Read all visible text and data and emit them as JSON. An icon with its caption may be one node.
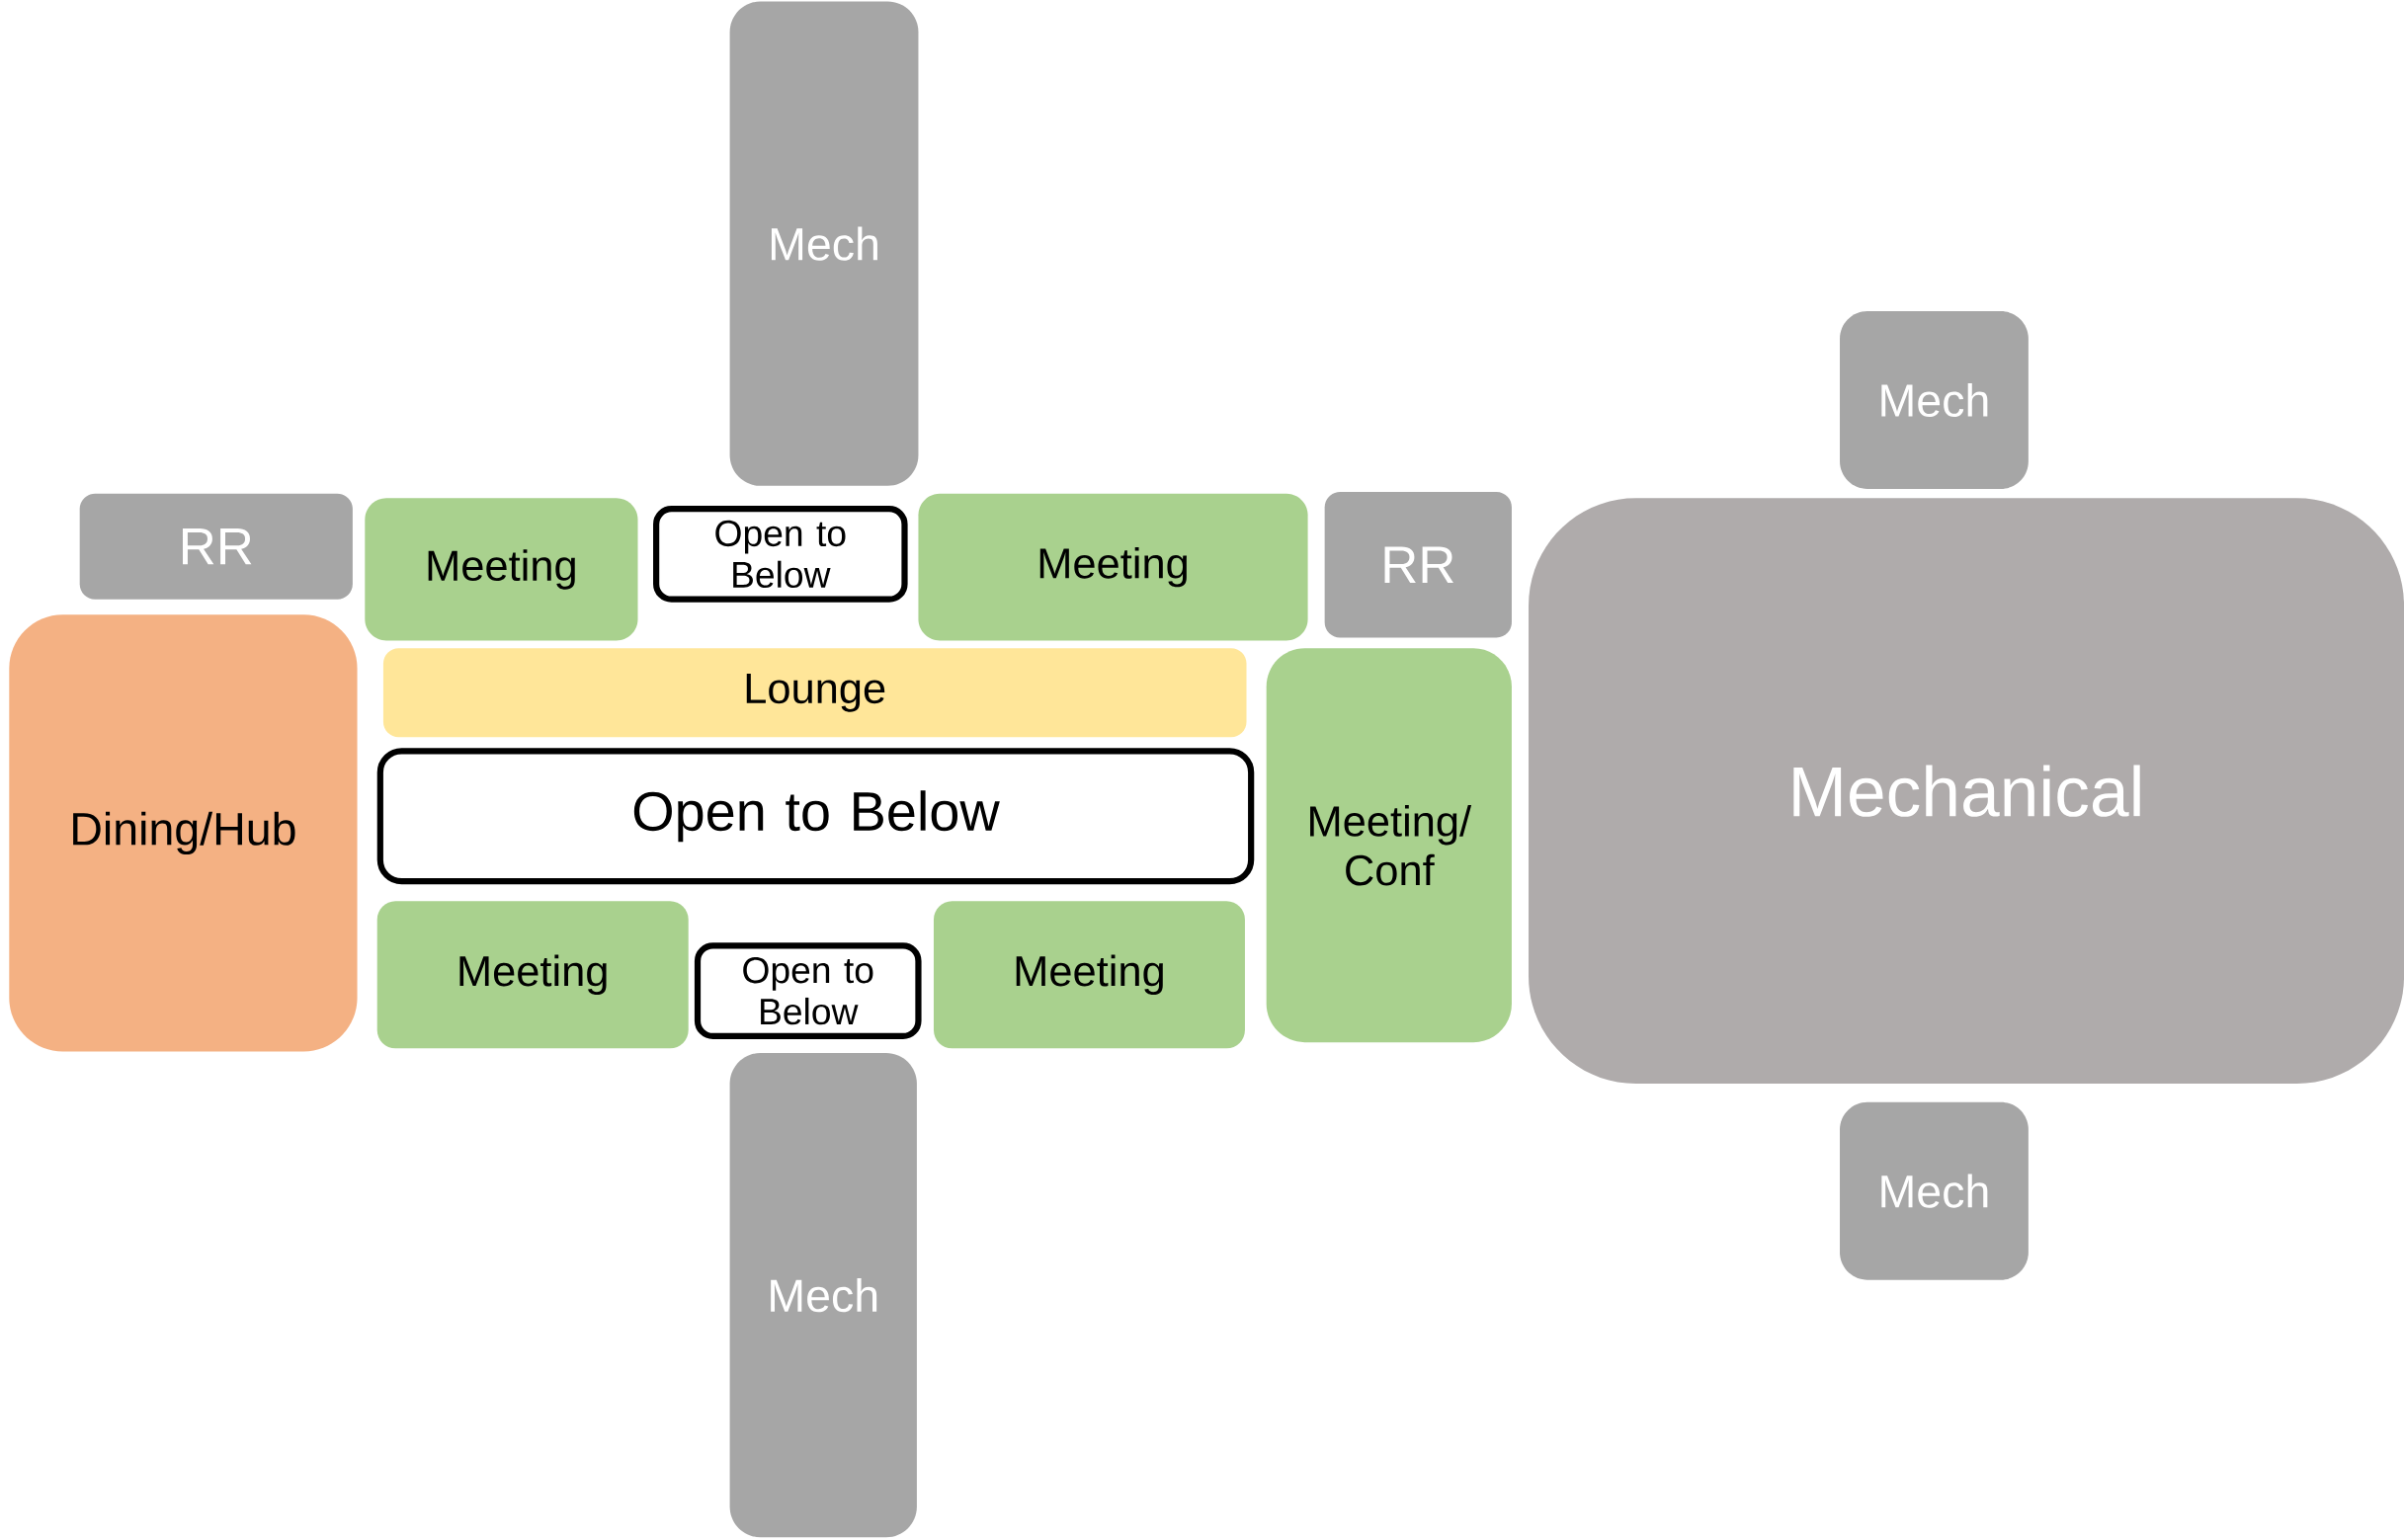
{
  "diagram": {
    "nodes": [
      {
        "text": [
          "Mech"
        ]
      },
      {
        "text": [
          "Mech"
        ]
      },
      {
        "text": [
          "RR"
        ]
      },
      {
        "text": [
          "Meeting"
        ]
      },
      {
        "text": [
          "Open to Below"
        ]
      },
      {
        "text": [
          "Meeting"
        ]
      },
      {
        "text": [
          "RR"
        ]
      },
      {
        "text": [
          "Mechanical"
        ]
      },
      {
        "text": [
          "Dining/Hub"
        ]
      },
      {
        "text": [
          "Lounge"
        ]
      },
      {
        "text": [
          "Open to Below"
        ]
      },
      {
        "text": [
          "Meeting/ Conf"
        ]
      },
      {
        "text": [
          "Meeting"
        ]
      },
      {
        "text": [
          "Open to Below"
        ]
      },
      {
        "text": [
          "Meeting"
        ]
      },
      {
        "text": [
          "Mech"
        ]
      },
      {
        "text": [
          "Mech"
        ]
      }
    ]
  }
}
